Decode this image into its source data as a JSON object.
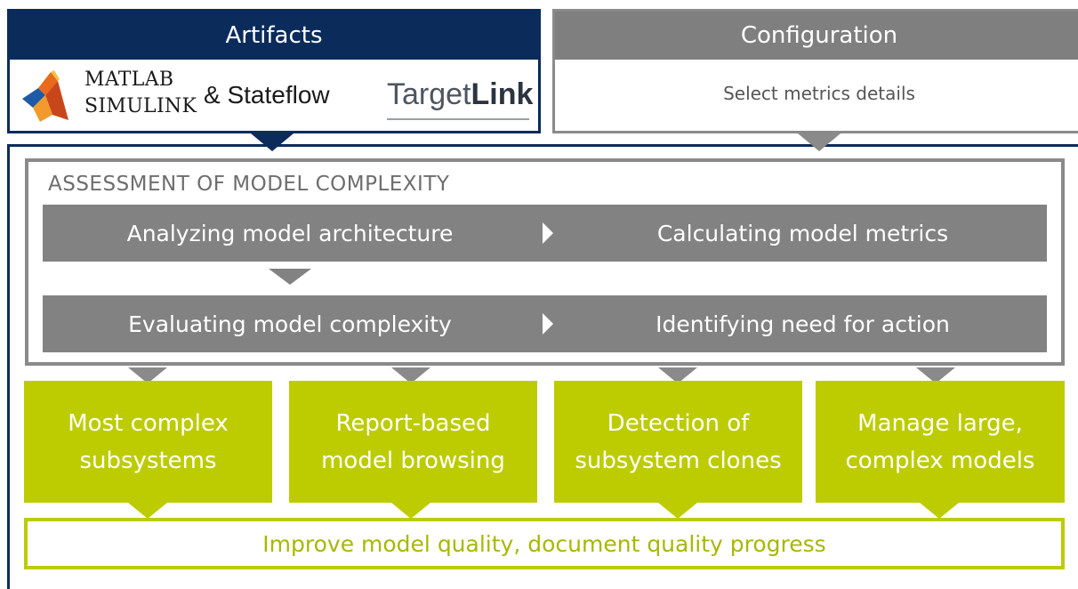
{
  "artifacts": {
    "header": "Artifacts",
    "matlab_line1": "MATLAB",
    "matlab_line2": "SIMULINK",
    "stateflow": "& Stateflow",
    "targetlink_part1": "Target",
    "targetlink_part2": "Link"
  },
  "configuration": {
    "header": "Configuration",
    "body": "Select metrics details"
  },
  "assessment": {
    "title": "ASSESSMENT OF MODEL COMPLEXITY",
    "row1_left": "Analyzing model architecture",
    "row1_right": "Calculating model metrics",
    "row2_left": "Evaluating model complexity",
    "row2_right": "Identifying need for action"
  },
  "outcomes": [
    {
      "line1": "Most complex",
      "line2": "subsystems"
    },
    {
      "line1": "Report-based",
      "line2": "model browsing"
    },
    {
      "line1": "Detection of",
      "line2": "subsystem clones"
    },
    {
      "line1": "Manage large,",
      "line2": "complex models"
    }
  ],
  "bottom": "Improve model quality, document quality progress",
  "colors": {
    "navy": "#0b2b5b",
    "gray": "#828282",
    "lime": "#bdcc00"
  },
  "icons": {
    "matlab_logo": "matlab-membrane-logo",
    "chevron": "chevron-right-icon"
  }
}
